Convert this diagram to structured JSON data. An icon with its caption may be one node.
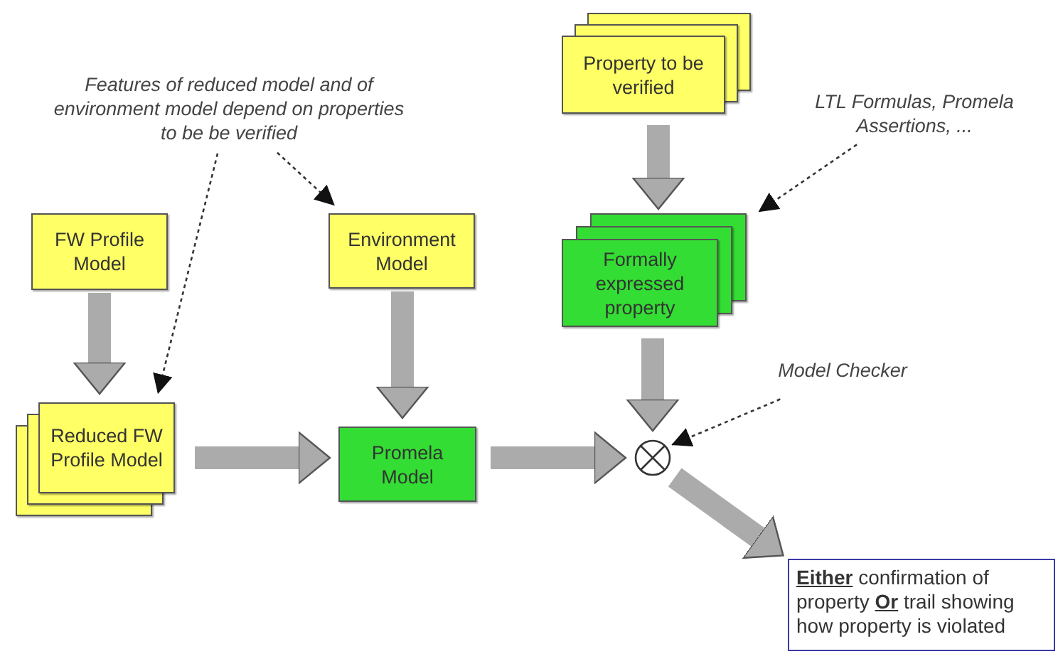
{
  "diagram": {
    "nodes": [
      {
        "text": [
          "Features of reduced model and of environment model depend on properties to be be verified"
        ]
      },
      {
        "text": [
          "Property to be verified"
        ]
      },
      {
        "text": [
          "LTL Formulas, Promela Assertions, ..."
        ]
      },
      {
        "text": [
          "FW Profile Model"
        ]
      },
      {
        "text": [
          "Environment Model"
        ]
      },
      {
        "text": [
          "Formally expressed property"
        ]
      },
      {
        "text": [
          "Model Checker"
        ]
      },
      {
        "text": [
          "Reduced FW Profile Model"
        ]
      },
      {
        "text": [
          "Promela Model"
        ]
      },
      {
        "text": [],
        "shape": "circle"
      },
      {
        "text": [
          "**Either** confirmation of property **Or** trail showing how property is violated"
        ]
      }
    ],
    "edges": [
      {
        "from": 0,
        "to": 7,
        "arrow": "to",
        "style": "dashed",
        "color": "#333333"
      },
      {
        "from": 0,
        "to": 4,
        "arrow": "to",
        "style": "dashed",
        "color": "#333333"
      },
      {
        "from": 2,
        "to": 5,
        "arrow": "to",
        "style": "dashed",
        "color": "#333333"
      },
      {
        "from": 6,
        "to": 9,
        "arrow": "to",
        "style": "dashed",
        "color": "#333333"
      },
      {
        "from": 1,
        "to": 5,
        "arrow": "to"
      },
      {
        "from": 3,
        "to": 7,
        "arrow": "to"
      },
      {
        "from": 4,
        "to": 8,
        "arrow": "to"
      },
      {
        "from": 7,
        "to": 8,
        "arrow": "to"
      },
      {
        "from": 8,
        "to": 9,
        "arrow": "to"
      },
      {
        "from": 5,
        "to": 9,
        "arrow": "to"
      },
      {
        "from": 9,
        "to": 10,
        "arrow": "to"
      }
    ]
  }
}
